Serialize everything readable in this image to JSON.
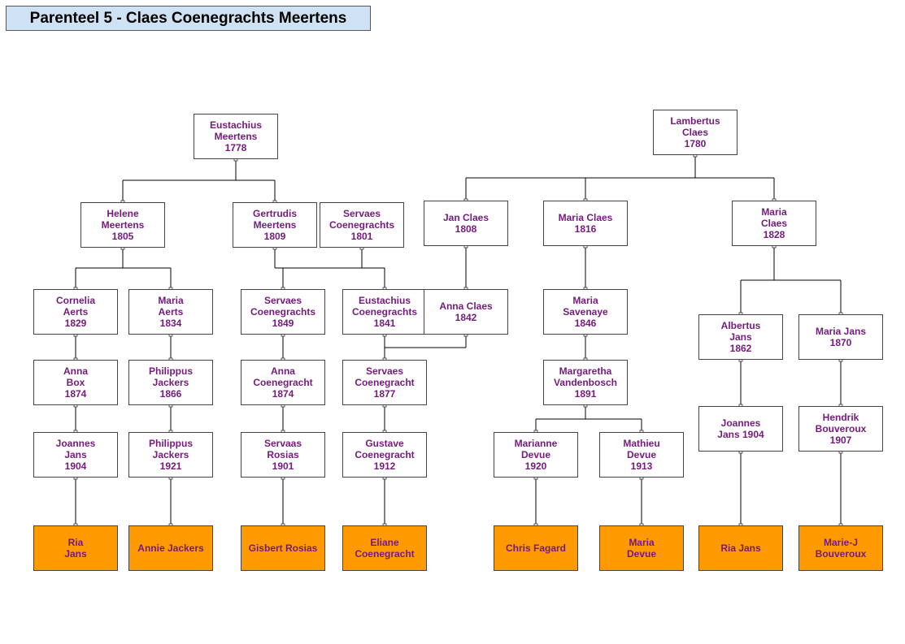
{
  "title": "Parenteel 5 - Claes Coenegrachts Meertens",
  "colors": {
    "person_text": "#741b7c",
    "leaf_fill": "#ff9900",
    "title_fill": "#cfe2f3",
    "line": "#000000"
  },
  "people": {
    "eustachius_1778": "Eustachius\nMeertens\n1778",
    "lambertus_1780": "Lambertus\nClaes\n1780",
    "helene_1805": "Helene\nMeertens\n1805",
    "gertrudis_1809": "Gertrudis\nMeertens\n1809",
    "servaes_1801": "Servaes\nCoenegrachts\n1801",
    "jan_1808": "Jan Claes\n1808",
    "maria_claes_1816": "Maria Claes\n1816",
    "maria_claes_1828": "Maria\nClaes\n1828",
    "cornelia_1829": "Cornelia\nAerts\n1829",
    "maria_aerts_1834": "Maria\nAerts\n1834",
    "servaes_1849": "Servaes\nCoenegrachts\n1849",
    "eustachius_1841": "Eustachius\nCoenegrachts\n1841",
    "anna_claes_1842": "Anna Claes\n1842",
    "maria_savenaye_1846": "Maria\nSavenaye\n1846",
    "albertus_1862": "Albertus\nJans\n1862",
    "maria_jans_1870": "Maria Jans\n1870",
    "anna_box_1874": "Anna\nBox\n1874",
    "philippus_1866": "Philippus\nJackers\n1866",
    "anna_coenegracht_1874": "Anna\nCoenegracht\n1874",
    "servaes_1877": "Servaes\nCoenegracht\n1877",
    "margaretha_1891": "Margaretha\nVandenbosch\n1891",
    "joannes_1904_left": "Joannes\nJans\n1904",
    "philippus_1921": "Philippus\nJackers\n1921",
    "servaas_1901": "Servaas\nRosias\n1901",
    "gustave_1912": "Gustave\nCoenegracht\n1912",
    "marianne_1920": "Marianne\nDevue\n1920",
    "mathieu_1913": "Mathieu\nDevue\n1913",
    "joannes_1904_right": "Joannes\nJans 1904",
    "hendrik_1907": "Hendrik\nBouveroux\n1907"
  },
  "descendants": {
    "ria_jans_left": "Ria\nJans",
    "annie_jackers": "Annie Jackers",
    "gisbert_rosias": "Gisbert Rosias",
    "eliane_coenegracht": "Eliane\nCoenegracht",
    "chris_fagard": "Chris Fagard",
    "maria_devue": "Maria\nDevue",
    "ria_jans_right": "Ria Jans",
    "marie_j_bouveroux": "Marie-J\nBouveroux"
  }
}
